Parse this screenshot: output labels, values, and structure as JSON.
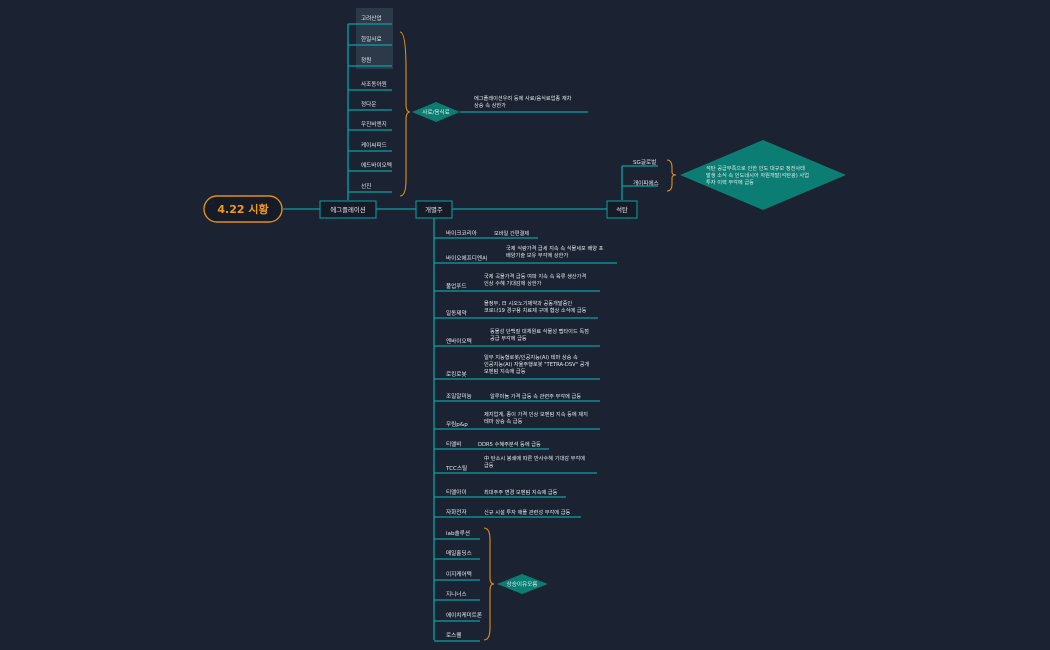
{
  "root": {
    "label": "4.22 시황"
  },
  "eggplay": {
    "label": "에그플레이션",
    "items": [
      "고려산업",
      "한일사료",
      "정원",
      "사조동아원",
      "정다운",
      "우진비앤지",
      "케이씨피드",
      "에드바이오텍",
      "선진"
    ],
    "hub": "사료/음식료",
    "hub_note": [
      "에그플레이션우려 등에 사료/음식료업종 재차",
      "상승 속 상한가"
    ]
  },
  "coal": {
    "label": "석탄",
    "items": [
      "SG글로벌",
      "개이피에스"
    ],
    "note": [
      "석탄 공급부족으로 인한 인도 대규모 정전사태",
      "발생 소식 속 인도네시아 자원개발(석탄광) 사업",
      "투자 이력 부각에 급등"
    ]
  },
  "individual": {
    "label": "개별주",
    "rows": [
      {
        "name": "바이크코리아",
        "desc": [
          "모바일 간편결제"
        ]
      },
      {
        "name": "바이오에프디엔씨",
        "desc": [
          "국제 식량가격 급세 지속 속 식물세포 배양 포",
          "배양기술 보유 부각에 상한가"
        ]
      },
      {
        "name": "풀업푸드",
        "desc": [
          "국제 곡물가격 급등 여파 지속 속 육류 생산가격",
          "인상 수혜 기대감에 상한가"
        ]
      },
      {
        "name": "일동제약",
        "desc": [
          "몰정부, 日 시오노기제약과 공동개발중인",
          "코로나19 경구용 치료제 구매 협상 소식에 급등"
        ]
      },
      {
        "name": "엔바이오텍",
        "desc": [
          "동물성 단백질 대체원료 식물성 펩타이드 독점",
          "공급 부각에 급등"
        ]
      },
      {
        "name": "로킹로봇",
        "desc": [
          "일부 지능형로봇/인공지능(AI) 테마 상승 속",
          "인공지능(AI) 자율주행로봇 \"TETRA-DSV\" 공개",
          "모멘텀 지속에 급등"
        ]
      },
      {
        "name": "조일알미늄",
        "desc": [
          "알루미늄 가격 급등 속 관련주 부각에 급등"
        ]
      },
      {
        "name": "무림p&p",
        "desc": [
          "제지업계, 종이 가격 인상 모멘텀 지속 등에 제지",
          "테마 상승 속 급등"
        ]
      },
      {
        "name": "티엘비",
        "desc": [
          "DDR5 수혜주분석 등에 급등"
        ]
      },
      {
        "name": "TCC스틸",
        "desc": [
          "中 탄소시 봉쇄에 따른 반사수혜 기대감 부각에",
          "급등"
        ]
      },
      {
        "name": "티엘아이",
        "desc": [
          "최대주주 변경 모멘텀 지속에 급등"
        ]
      },
      {
        "name": "자화전자",
        "desc": [
          "신규 시설 투자 애플 관련성 부각에 급등"
        ]
      }
    ],
    "ipo_hub": "상승이유모름",
    "ipo_items": [
      "lab솔루션",
      "매일홀딩스",
      "이지케어텍",
      "지니너스",
      "에이치케미트론",
      "로스웰"
    ]
  }
}
